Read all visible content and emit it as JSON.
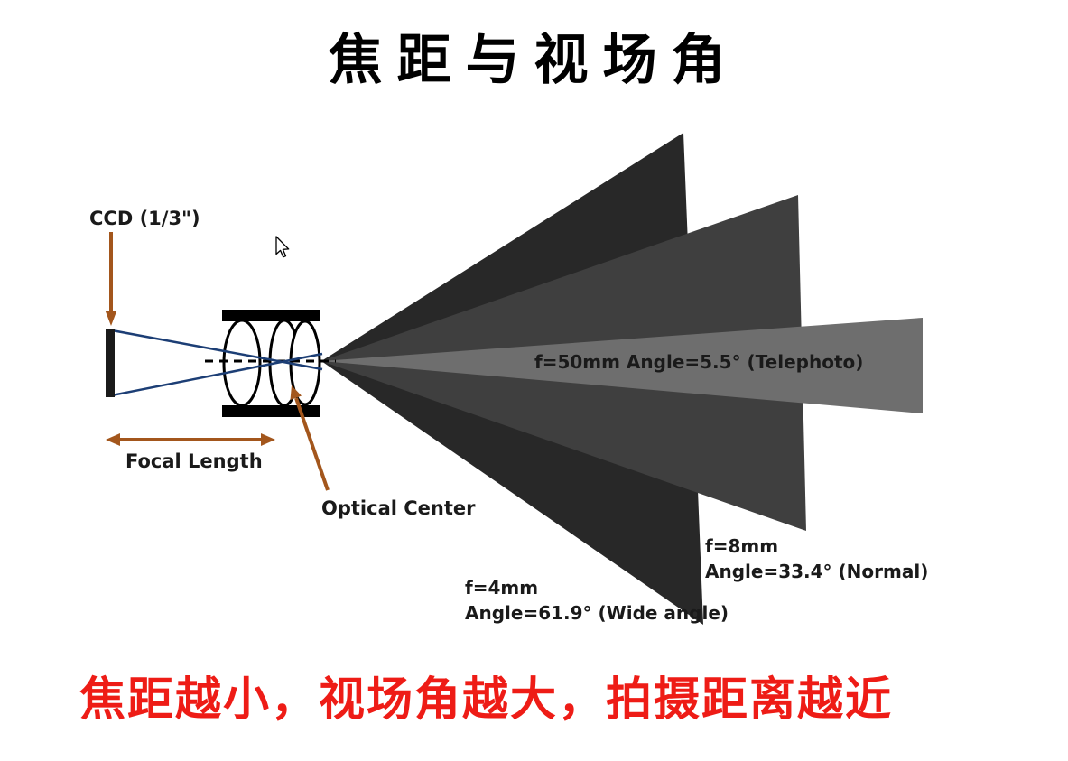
{
  "title": "焦距与视场角",
  "caption": "焦距越小，视场角越大，拍摄距离越近",
  "diagram": {
    "sensor_label": "CCD  (1/3\")",
    "focal_length_label": "Focal Length",
    "optical_center_label": "Optical Center",
    "cones": [
      {
        "name": "telephoto",
        "label": "f=50mm Angle=5.5° (Telephoto)",
        "focal_length": "50mm",
        "angle": "5.5°",
        "type": "Telephoto",
        "color": "#6e6e6e"
      },
      {
        "name": "normal",
        "label_line1": "f=8mm",
        "label_line2": "Angle=33.4° (Normal)",
        "focal_length": "8mm",
        "angle": "33.4°",
        "type": "Normal",
        "color": "#3f3f3f"
      },
      {
        "name": "wide-angle",
        "label_line1": "f=4mm",
        "label_line2": "Angle=61.9° (Wide angle)",
        "focal_length": "4mm",
        "angle": "61.9°",
        "type": "Wide angle",
        "color": "#282828"
      }
    ]
  },
  "colors": {
    "title_text": "#000000",
    "caption_text": "#ee1c16",
    "arrow_brown": "#a3561c",
    "ray_blue": "#1c3e75",
    "label_text": "#1a1a1a",
    "cone_telephoto": "#6e6e6e",
    "cone_normal": "#3f3f3f",
    "cone_wide": "#282828",
    "lens_black": "#000000"
  }
}
